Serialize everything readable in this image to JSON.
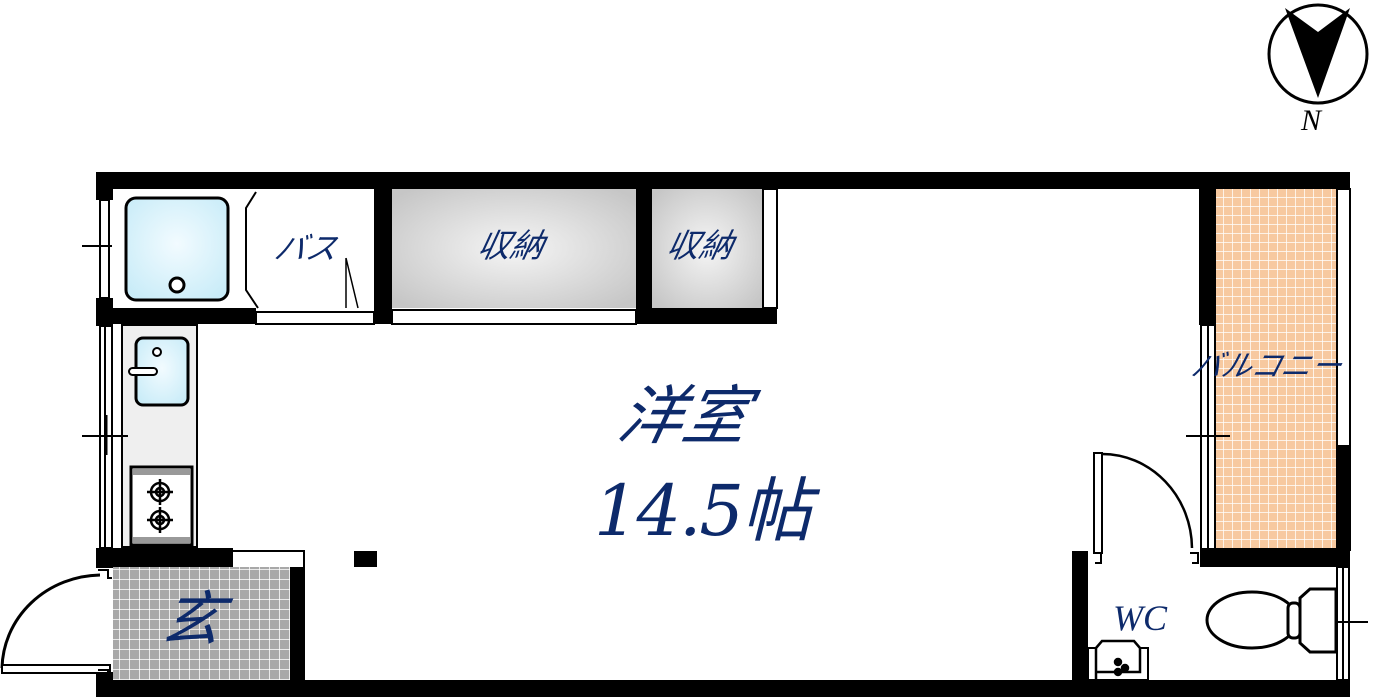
{
  "floor_plan": {
    "compass": {
      "label": "N",
      "icon": "north-arrow-icon"
    },
    "rooms": {
      "bath": {
        "label": "バス"
      },
      "storage_large": {
        "label": "収納"
      },
      "storage_small": {
        "label": "収納"
      },
      "main_room": {
        "label": "洋室",
        "size": "14.5帖"
      },
      "entrance": {
        "label": "玄"
      },
      "balcony": {
        "label": "バルコニー"
      },
      "wc": {
        "label": "WC"
      }
    },
    "colors": {
      "wall": "#000000",
      "label_text": "#0d2a6b",
      "balcony_tile": "#f7c9a0",
      "entrance_tile": "#a8a8a8",
      "storage_fill": "#d4d4d4",
      "fixture_fill": "#d9f2fb"
    }
  }
}
